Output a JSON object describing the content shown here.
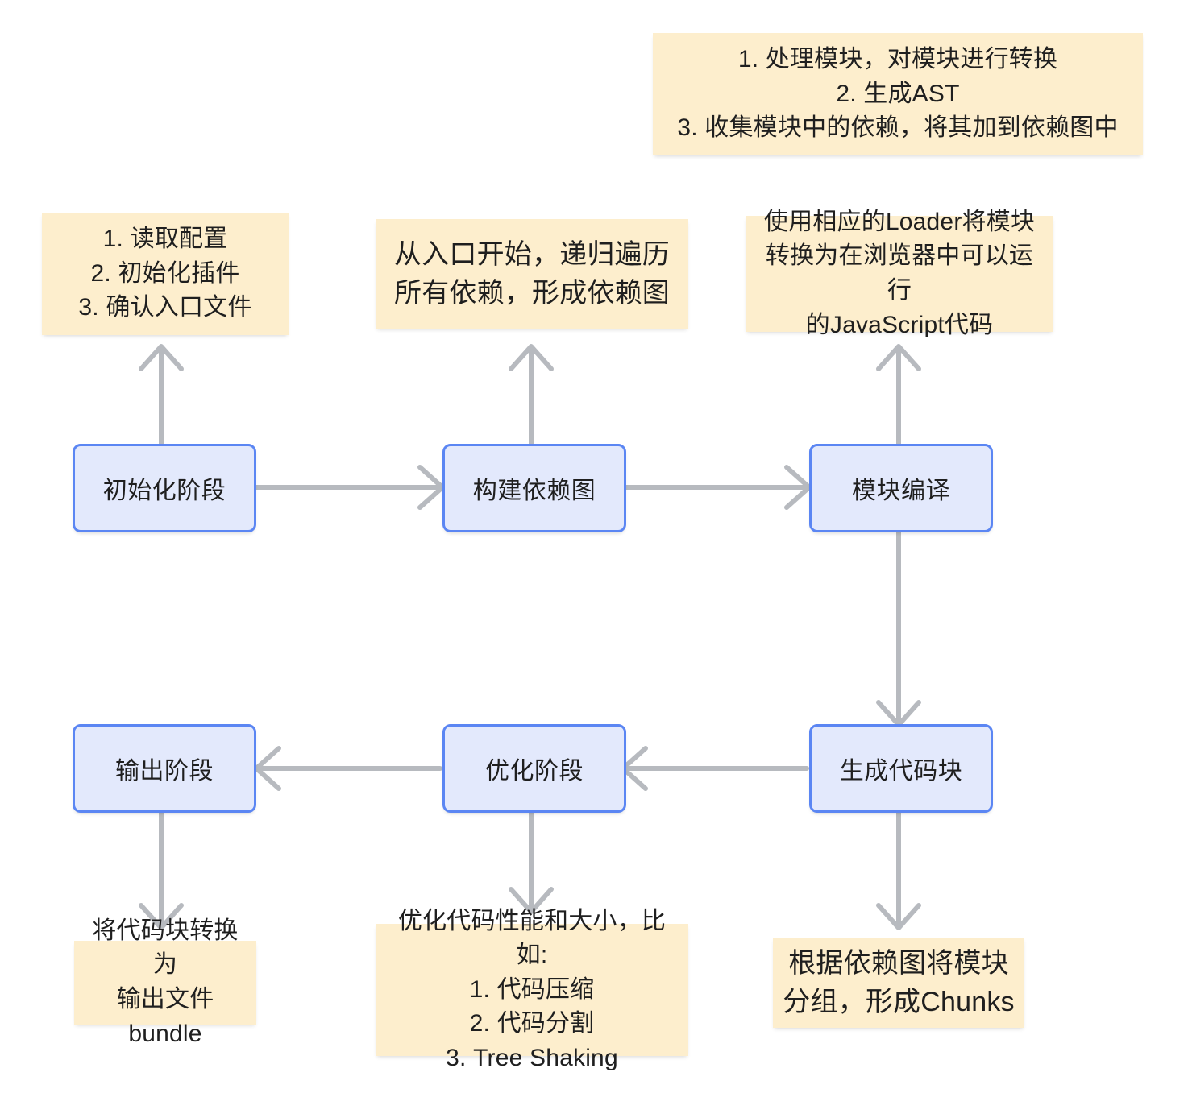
{
  "diagram": {
    "title": "Webpack 构建流程图",
    "colors": {
      "note_fill": "#fdeecd",
      "process_fill": "#e3e9fc",
      "process_border": "#5b86f3",
      "arrow": "#b7babf",
      "text": "#1f1f1f",
      "background": "#ffffff"
    },
    "processes": [
      {
        "id": "init",
        "label": "初始化阶段"
      },
      {
        "id": "graph",
        "label": "构建依赖图"
      },
      {
        "id": "compile",
        "label": "模块编译"
      },
      {
        "id": "output",
        "label": "输出阶段"
      },
      {
        "id": "optimize",
        "label": "优化阶段"
      },
      {
        "id": "chunks",
        "label": "生成代码块"
      }
    ],
    "notes": [
      {
        "id": "note-compile-detail",
        "text": "1. 处理模块，对模块进行转换\n2. 生成AST\n3. 收集模块中的依赖，将其加到依赖图中"
      },
      {
        "id": "note-init",
        "text": "1. 读取配置\n2. 初始化插件\n3. 确认入口文件"
      },
      {
        "id": "note-graph",
        "text": "从入口开始，递归遍历\n所有依赖，形成依赖图"
      },
      {
        "id": "note-loader",
        "text": "使用相应的Loader将模块\n转换为在浏览器中可以运行\n的JavaScript代码"
      },
      {
        "id": "note-output",
        "text": "将代码块转换为\n输出文件bundle"
      },
      {
        "id": "note-optimize",
        "text": "优化代码性能和大小，比如:\n1. 代码压缩\n2. 代码分割\n3. Tree Shaking"
      },
      {
        "id": "note-chunks",
        "text": "根据依赖图将模块\n分组，形成Chunks"
      }
    ],
    "edges": [
      {
        "id": "edge-init-to-note",
        "from": "init",
        "to": "note-init",
        "direction": "up"
      },
      {
        "id": "edge-graph-to-note",
        "from": "graph",
        "to": "note-graph",
        "direction": "up"
      },
      {
        "id": "edge-compile-to-note",
        "from": "compile",
        "to": "note-loader",
        "direction": "up"
      },
      {
        "id": "edge-init-to-graph",
        "from": "init",
        "to": "graph",
        "direction": "right"
      },
      {
        "id": "edge-graph-to-compile",
        "from": "graph",
        "to": "compile",
        "direction": "right"
      },
      {
        "id": "edge-compile-to-chunks",
        "from": "compile",
        "to": "chunks",
        "direction": "down"
      },
      {
        "id": "edge-chunks-to-optimize",
        "from": "chunks",
        "to": "optimize",
        "direction": "left"
      },
      {
        "id": "edge-optimize-to-output",
        "from": "optimize",
        "to": "output",
        "direction": "left"
      },
      {
        "id": "edge-output-to-note",
        "from": "output",
        "to": "note-output",
        "direction": "down"
      },
      {
        "id": "edge-optimize-to-note",
        "from": "optimize",
        "to": "note-optimize",
        "direction": "down"
      },
      {
        "id": "edge-chunks-to-note",
        "from": "chunks",
        "to": "note-chunks",
        "direction": "down"
      }
    ]
  }
}
